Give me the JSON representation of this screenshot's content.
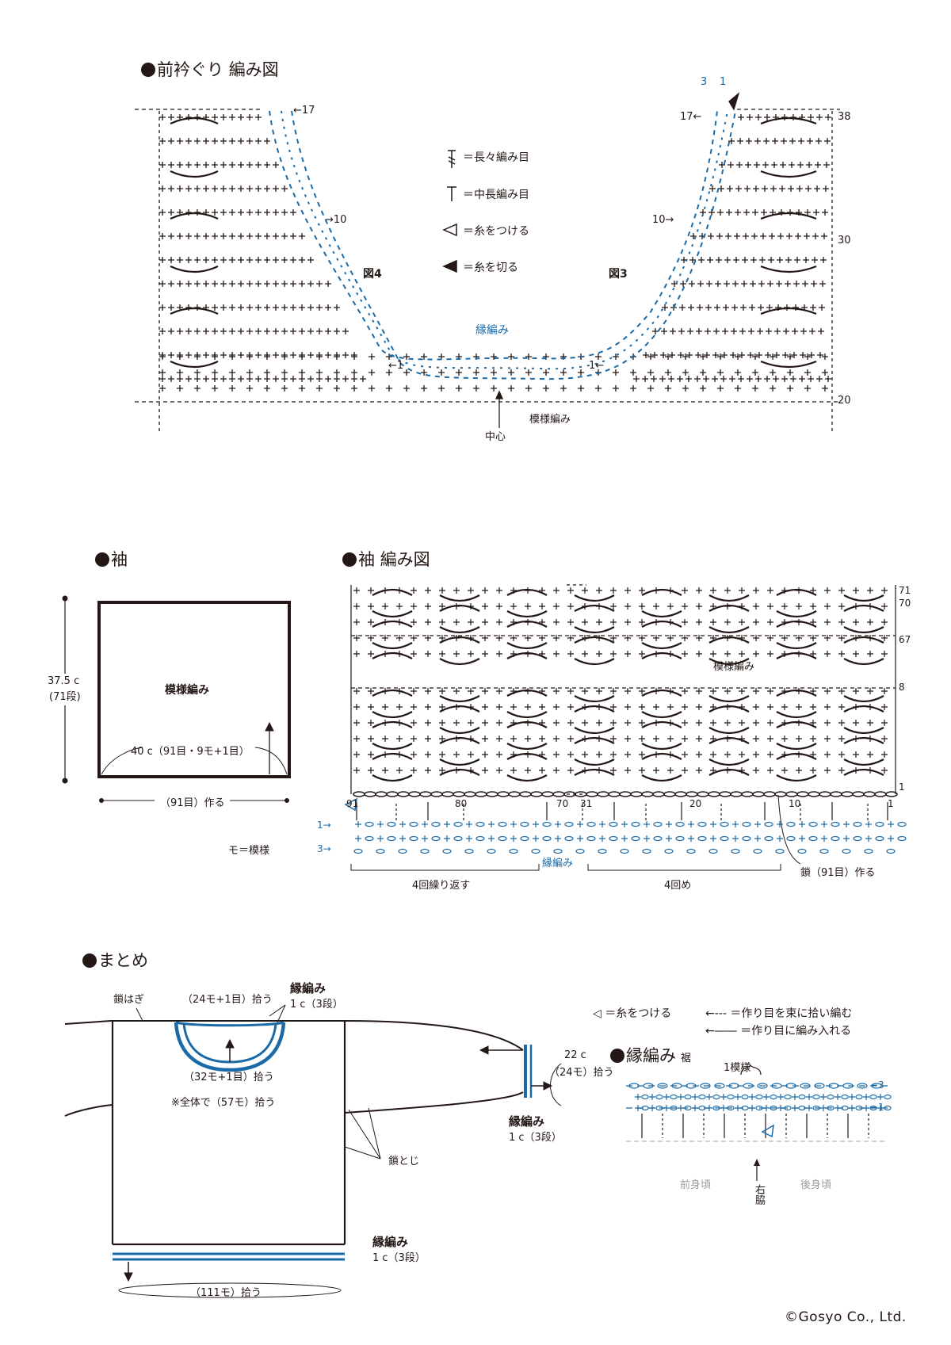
{
  "neckline": {
    "title": "前衿ぐり 編み図",
    "legend": [
      {
        "symbol": "triple-crochet-symbol",
        "label": "＝長々編み目"
      },
      {
        "symbol": "half-double-crochet-symbol",
        "label": "＝中長編み目"
      },
      {
        "symbol": "join-yarn-symbol",
        "label": "＝糸をつける"
      },
      {
        "symbol": "cut-yarn-symbol",
        "label": "＝糸を切る"
      }
    ],
    "fig_left": "図4",
    "fig_right": "図3",
    "edging_label": "縁編み",
    "pattern_label": "模様編み",
    "center_label": "中心",
    "row_arrows": {
      "left_17": "←17",
      "left_10": "→10",
      "left_1": "←1",
      "right_17": "17←",
      "right_10": "10→",
      "right_1": "1←"
    },
    "top_markers": [
      "3",
      "1"
    ],
    "row_numbers": [
      "38",
      "30",
      "20"
    ]
  },
  "sleeve": {
    "title": "袖",
    "height": "37.5 c",
    "height_rows": "(71段)",
    "pattern_label": "模様編み",
    "width_label": "40 c（91目・9モ+1目）",
    "foundation_label": "（91目）作る",
    "note": "モ＝模様"
  },
  "sleeve_chart": {
    "title": "袖 編み図",
    "row_numbers": [
      "71",
      "70",
      "67",
      "8",
      "1"
    ],
    "pattern_label": "模様編み",
    "stitch_numbers": [
      "91",
      "80",
      "70",
      "31",
      "20",
      "10",
      "1"
    ],
    "edge_row_arrows": [
      "1→",
      "3→"
    ],
    "edging_label": "縁編み",
    "repeat_left": "4回繰り返す",
    "repeat_right": "4回め",
    "chain_label": "鎖（91目）作る"
  },
  "finishing": {
    "title": "まとめ",
    "chain_join": "鎖はぎ",
    "neck_top_pickup": "（24モ+1目）拾う",
    "neck_edging_title": "縁編み",
    "neck_edging_size": "1 c（3段）",
    "neck_bottom_pickup": "（32モ+1目）拾う",
    "neck_total": "※全体で（57モ）拾う",
    "sleeve_edge_size": "22 c",
    "sleeve_edge_pickup": "（24モ）拾う",
    "sleeve_edging_title": "縁編み",
    "sleeve_edging_size": "1 c（3段）",
    "side_join": "鎖とじ",
    "hem_edging_title": "縁編み",
    "hem_edging_size": "1 c（3段）",
    "hem_pickup": "（111モ）拾う"
  },
  "hem_legend": {
    "join_yarn": "＝糸をつける",
    "pick_bundle": "＝作り目を束に拾い編む",
    "work_into": "＝作り目に編み入れる"
  },
  "hem_edging": {
    "title": "縁編み",
    "subtitle": "裾",
    "repeat": "1模様",
    "row_arrows": [
      "−3",
      "−1"
    ],
    "front": "前身頃",
    "back": "後身頃",
    "side": "右脇"
  },
  "copyright": "©Gosyo Co., Ltd.",
  "colors": {
    "ink": "#231815",
    "blue": "#1a6aa8",
    "gray": "#a0a0a0"
  }
}
